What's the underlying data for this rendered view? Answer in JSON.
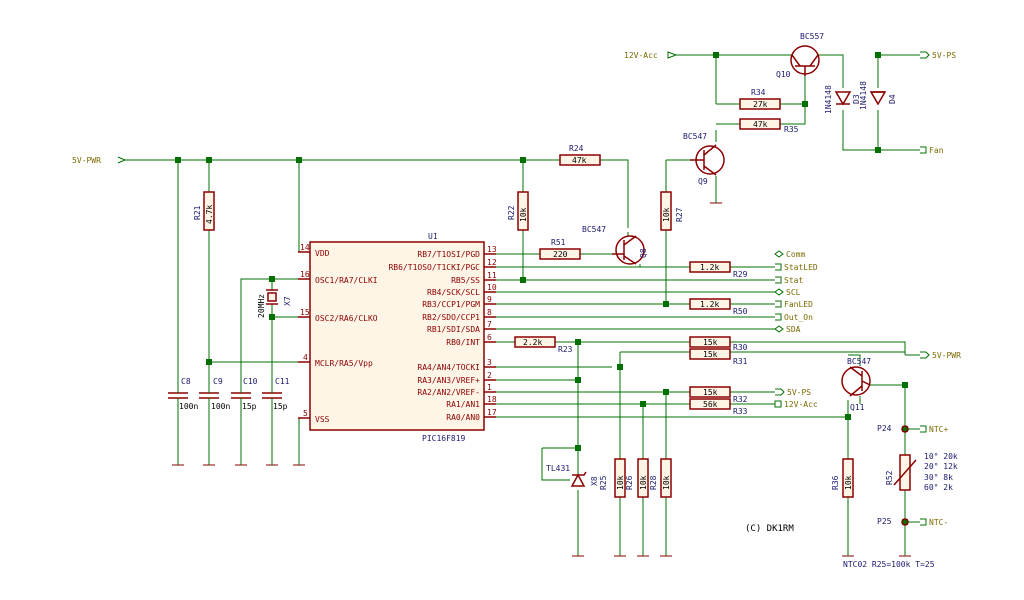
{
  "ic": {
    "ref": "U1",
    "value": "PIC16F819",
    "pins_left": [
      {
        "num": "14",
        "name": "VDD"
      },
      {
        "num": "16",
        "name": "OSC1/RA7/CLKI"
      },
      {
        "num": "15",
        "name": "OSC2/RA6/CLKO"
      },
      {
        "num": "4",
        "name": "MCLR/RA5/Vpp"
      },
      {
        "num": "5",
        "name": "VSS"
      }
    ],
    "pins_right": [
      {
        "num": "13",
        "name": "RB7/T1OSI/PGD"
      },
      {
        "num": "12",
        "name": "RB6/T1OSO/T1CKI/PGC"
      },
      {
        "num": "11",
        "name": "RB5/SS"
      },
      {
        "num": "10",
        "name": "RB4/SCK/SCL"
      },
      {
        "num": "9",
        "name": "RB3/CCP1/PGM"
      },
      {
        "num": "8",
        "name": "RB2/SDO/CCP1"
      },
      {
        "num": "7",
        "name": "RB1/SDI/SDA"
      },
      {
        "num": "6",
        "name": "RB0/INT"
      },
      {
        "num": "3",
        "name": "RA4/AN4/TOCKI"
      },
      {
        "num": "2",
        "name": "RA3/AN3/VREF+"
      },
      {
        "num": "1",
        "name": "RA2/AN2/VREF-"
      },
      {
        "num": "18",
        "name": "RA1/AN1"
      },
      {
        "num": "17",
        "name": "RA0/AN0"
      }
    ]
  },
  "nets": {
    "pwr_in": "5V-PWR",
    "acc_in": "12V-Acc",
    "ps_out": "5V-PS",
    "fan": "Fan",
    "comm": "Comm",
    "statled": "StatLED",
    "stat": "Stat",
    "scl": "SCL",
    "fanled": "FanLED",
    "out_on": "Out_On",
    "sda": "SDA",
    "pwr_right": "5V-PWR",
    "ps_right": "5V-PS",
    "acc_right": "12V-Acc",
    "ntc_plus": "NTC+",
    "ntc_minus": "NTC-"
  },
  "parts": {
    "r21": {
      "ref": "R21",
      "value": "4.7k"
    },
    "r22": {
      "ref": "R22",
      "value": "10k"
    },
    "r24": {
      "ref": "R24",
      "value": "47k"
    },
    "r27": {
      "ref": "R27",
      "value": "10k"
    },
    "r29": {
      "ref": "R29",
      "value": "1.2k"
    },
    "r30": {
      "ref": "R30",
      "value": "15k"
    },
    "r31": {
      "ref": "R31",
      "value": "15k"
    },
    "r32": {
      "ref": "R32",
      "value": "15k"
    },
    "r33": {
      "ref": "R33",
      "value": "56k"
    },
    "r34": {
      "ref": "R34",
      "value": "27k"
    },
    "r35": {
      "ref": "R35",
      "value": "47k"
    },
    "r36": {
      "ref": "R36",
      "value": "10k"
    },
    "r50": {
      "ref": "R50",
      "value": "1.2k"
    },
    "r51": {
      "ref": "R51",
      "value": "220"
    },
    "r23": {
      "ref": "R23",
      "value": "2.2k"
    },
    "r25": {
      "ref": "R25",
      "value": "10k"
    },
    "r26": {
      "ref": "R26",
      "value": "10k"
    },
    "r28": {
      "ref": "R28",
      "value": "10k"
    },
    "r52": {
      "ref": "R52",
      "value": ""
    },
    "c8": {
      "ref": "C8",
      "value": "100n"
    },
    "c9": {
      "ref": "C9",
      "value": "100n"
    },
    "c10": {
      "ref": "C10",
      "value": "15p"
    },
    "c11": {
      "ref": "C11",
      "value": "15p"
    },
    "x7": {
      "ref": "X7",
      "value": "20MHz"
    },
    "q8": {
      "ref": "Q8",
      "value": "BC547"
    },
    "q9": {
      "ref": "Q9",
      "value": "BC547"
    },
    "q10": {
      "ref": "Q10",
      "value": "BC557"
    },
    "q11": {
      "ref": "Q11",
      "value": "BC547"
    },
    "d3": {
      "ref": "D3",
      "value": "1N4148"
    },
    "d4": {
      "ref": "D4",
      "value": "1N4148"
    },
    "x8": {
      "ref": "X8",
      "value": "TL431"
    },
    "p24": {
      "ref": "P24"
    },
    "p25": {
      "ref": "P25"
    }
  },
  "ntc_table": [
    "10° 20k",
    "20° 12k",
    "30° 8k",
    "60° 2k"
  ],
  "ntc_note": "NTC02 R25=100k T=25",
  "copyright": "(C) DK1RM",
  "colors": {
    "symbol": "#8b0000",
    "wire": "#007000",
    "net_label": "#7a6a00",
    "ref": "#1a1a6e"
  }
}
